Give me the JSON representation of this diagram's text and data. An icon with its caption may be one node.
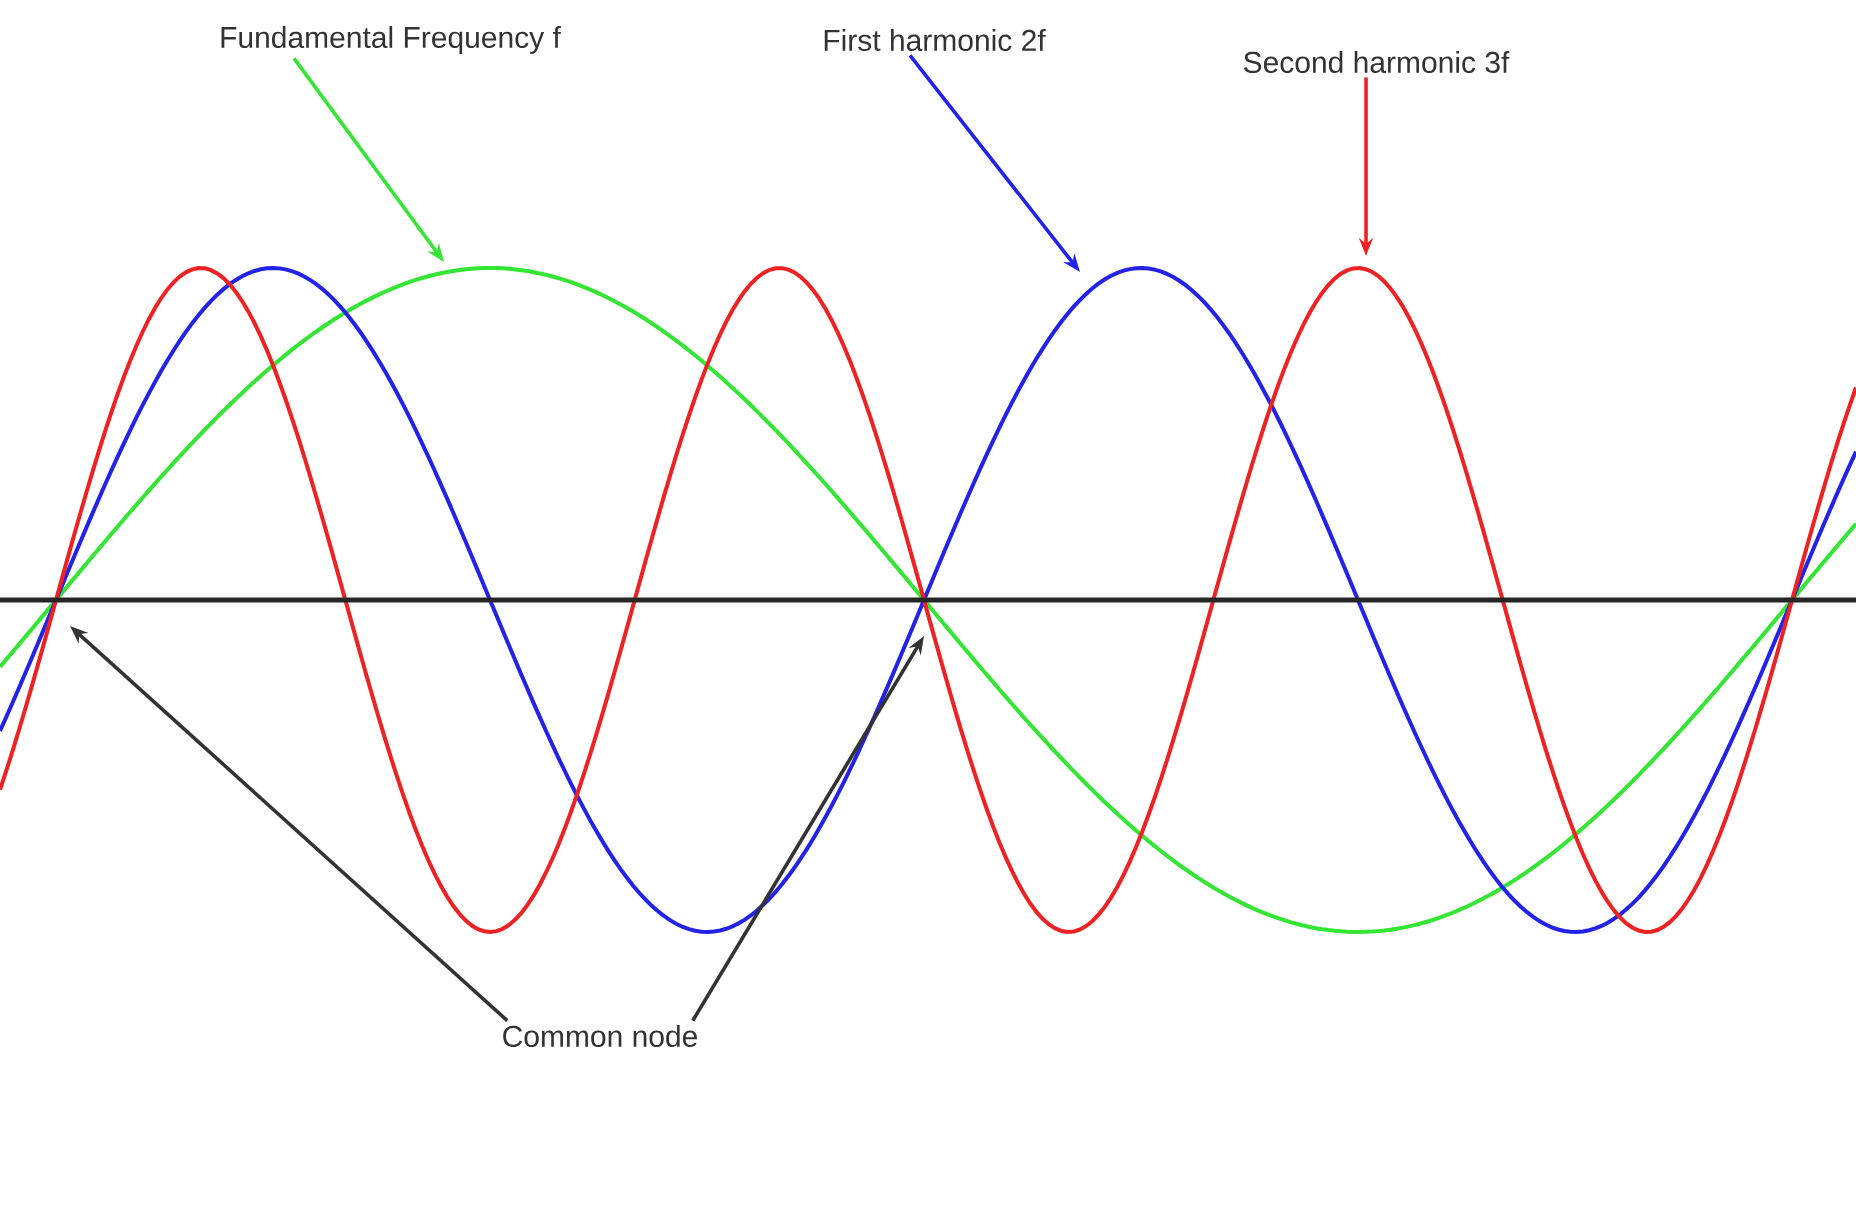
{
  "diagram": {
    "nodes": [
      {
        "text": [
          "Fundamental Frequency f"
        ]
      },
      {
        "text": [
          "First harmonic  2f"
        ]
      },
      {
        "text": [
          "Second harmonic  3f"
        ]
      },
      {
        "text": [
          "Common node"
        ]
      }
    ],
    "edges": [
      {
        "from": 0,
        "to": null,
        "arrow": "to",
        "color": "#33e633"
      },
      {
        "from": 1,
        "to": null,
        "arrow": "to",
        "color": "#2323e8"
      },
      {
        "from": 2,
        "to": null,
        "arrow": "to",
        "color": "#ee2222"
      },
      {
        "from": 3,
        "to": null,
        "arrow": "to",
        "color": "#333333"
      },
      {
        "from": 3,
        "to": null,
        "arrow": "to",
        "color": "#333333"
      }
    ]
  }
}
